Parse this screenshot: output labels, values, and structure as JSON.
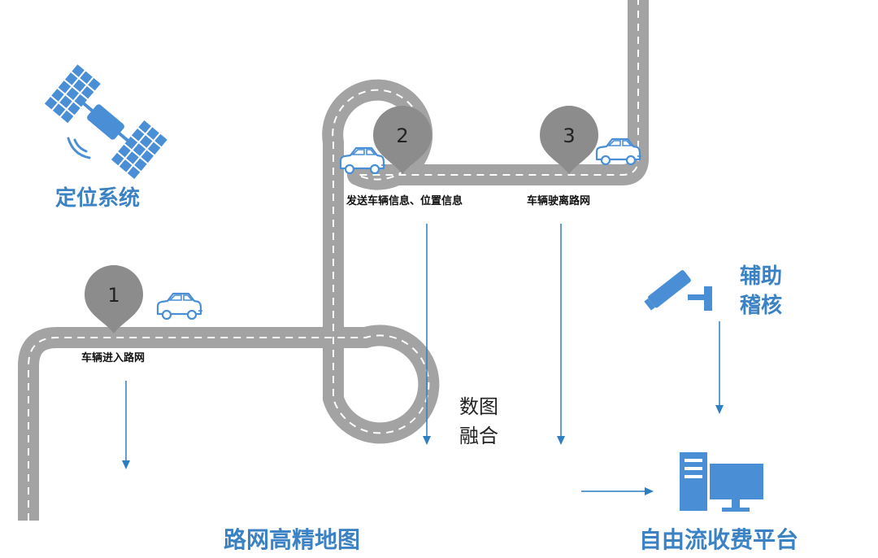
{
  "colors": {
    "road": "#a3a3a3",
    "road_edge": "#ffffff",
    "lane_dash": "#ffffff",
    "marker": "#8c8c8c",
    "accent_blue": "#3b82c4",
    "arrow": "#2d7fc1",
    "icon_blue": "#4a8fd6"
  },
  "labels": {
    "positioning_system": "定位系统",
    "road_network_hd_map": "路网高精地图",
    "free_flow_platform": "自由流收费平台",
    "assist_audit_line1": "辅助",
    "assist_audit_line2": "稽核",
    "data_fusion_line1": "数图",
    "data_fusion_line2": "融合"
  },
  "steps": [
    {
      "number": "1",
      "caption": "车辆进入路网"
    },
    {
      "number": "2",
      "caption": "发送车辆信息、位置信息"
    },
    {
      "number": "3",
      "caption": "车辆驶离路网"
    }
  ],
  "icons": {
    "satellite": "satellite-icon",
    "camera": "surveillance-camera-icon",
    "computer": "computer-icon",
    "car": "car-icon"
  }
}
